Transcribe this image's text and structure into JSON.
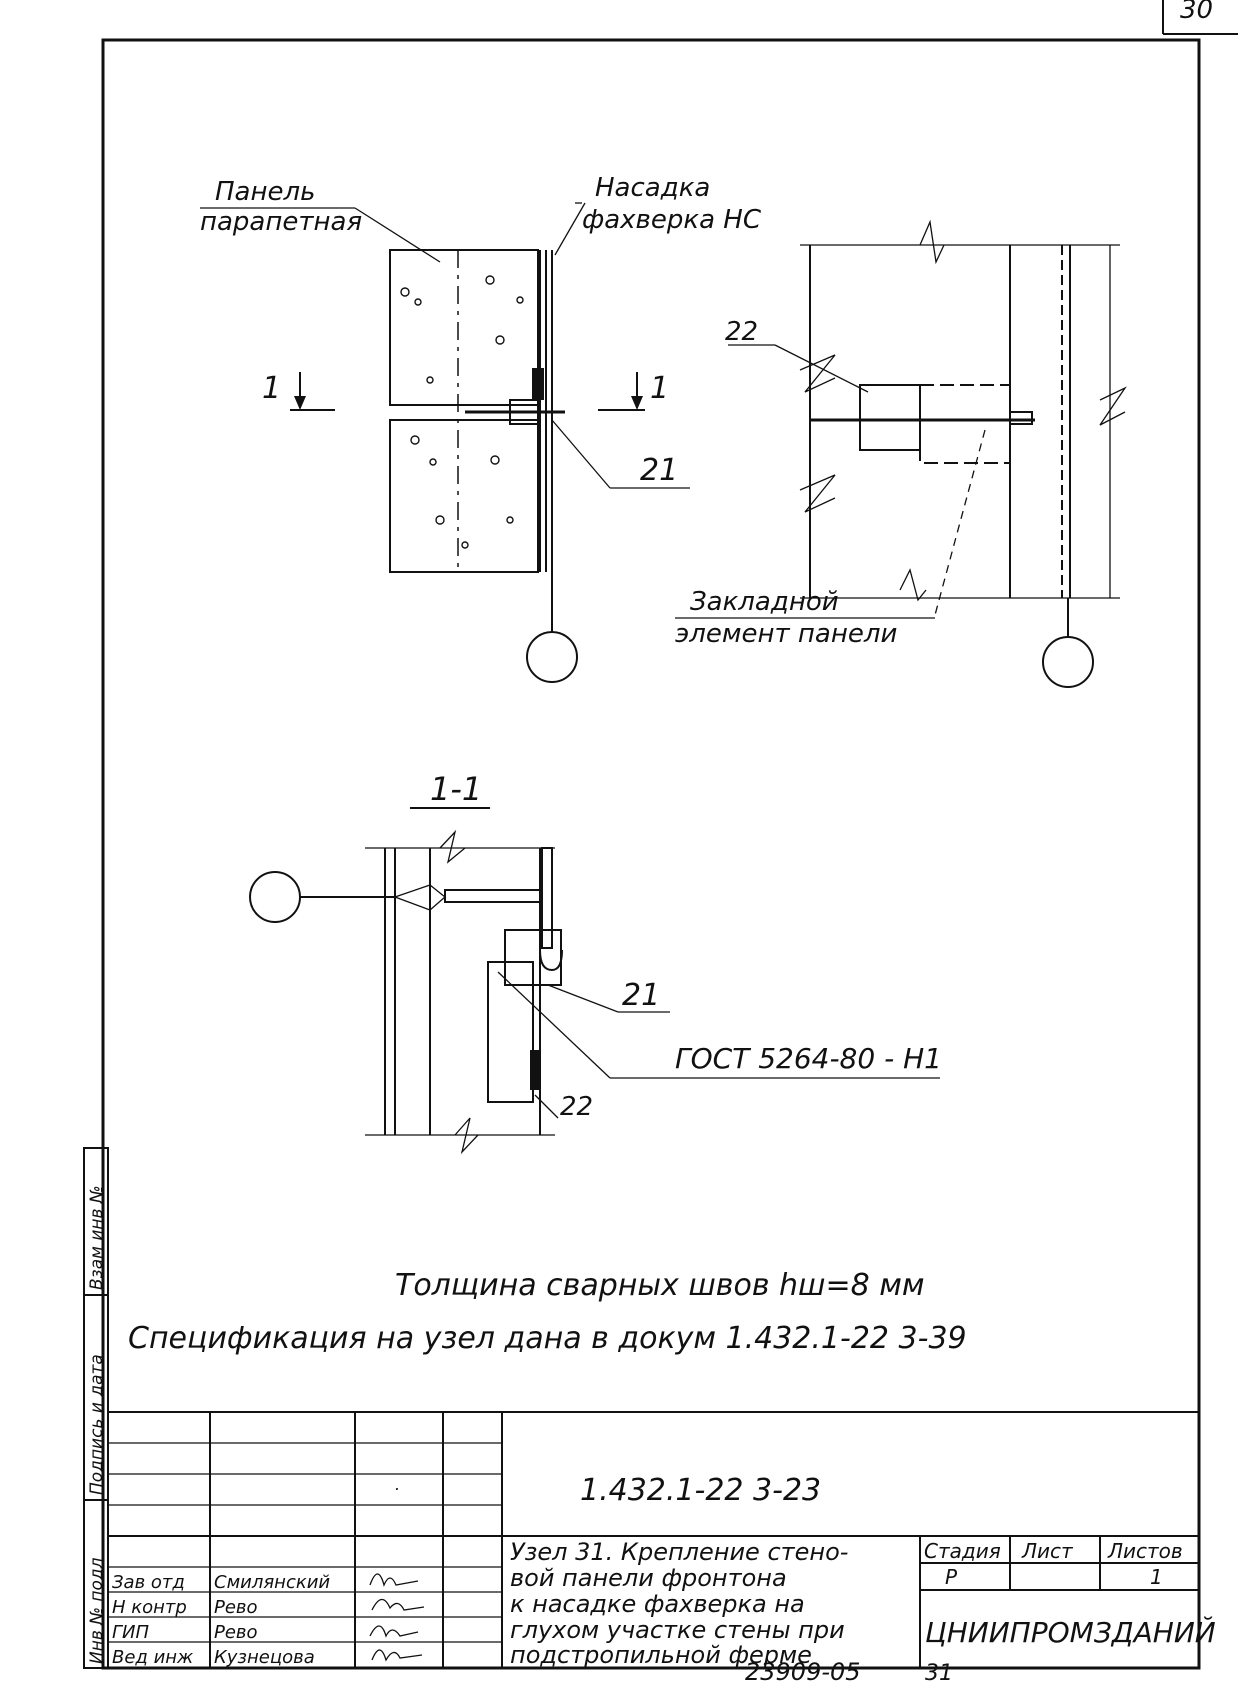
{
  "sheet": {
    "corner_number": "30",
    "bottom_code": "23909-05",
    "bottom_page": "31"
  },
  "labels": {
    "panel_line1": "Панель",
    "panel_line2": "парапетная",
    "nozzle_line1": "Насадка",
    "nozzle_line2": "фахверка НС",
    "embed_line1": "Закладной",
    "embed_line2": "элемент панели",
    "section_left": "1",
    "section_right": "1",
    "section_title": "1-1",
    "pos_21_top": "21",
    "pos_22_top": "22",
    "pos_21_bottom": "21",
    "pos_22_bottom": "22",
    "gost": "ГОСТ 5264-80 - Н1"
  },
  "notes": {
    "line1": "Толщина сварных швов hш=8 мм",
    "line2": "Спецификация на узел дана в докум 1.432.1-22 3-39"
  },
  "side_stamps": {
    "s1": "Взам инв №",
    "s2": "Подпись и дата",
    "s3": "Инв № подл"
  },
  "title_block": {
    "doc_number": "1.432.1-22 3-23",
    "title_line1": "Узел 31. Крепление стено-",
    "title_line2": "вой панели фронтона",
    "title_line3": "к насадке фахверка на",
    "title_line4": "глухом участке стены при",
    "title_line5": "подстропильной ферме",
    "stage_header": "Стадия",
    "sheet_header": "Лист",
    "sheets_header": "Листов",
    "stage_value": "Р",
    "sheet_value": "",
    "sheets_value": "1",
    "organization": "ЦНИИПРОМЗДАНИЙ",
    "signers": [
      {
        "role": "Зав отд",
        "name": "Смилянский"
      },
      {
        "role": "Н контр",
        "name": "Рево"
      },
      {
        "role": "ГИП",
        "name": "Рево"
      },
      {
        "role": "Вед инж",
        "name": "Кузнецова"
      }
    ]
  }
}
